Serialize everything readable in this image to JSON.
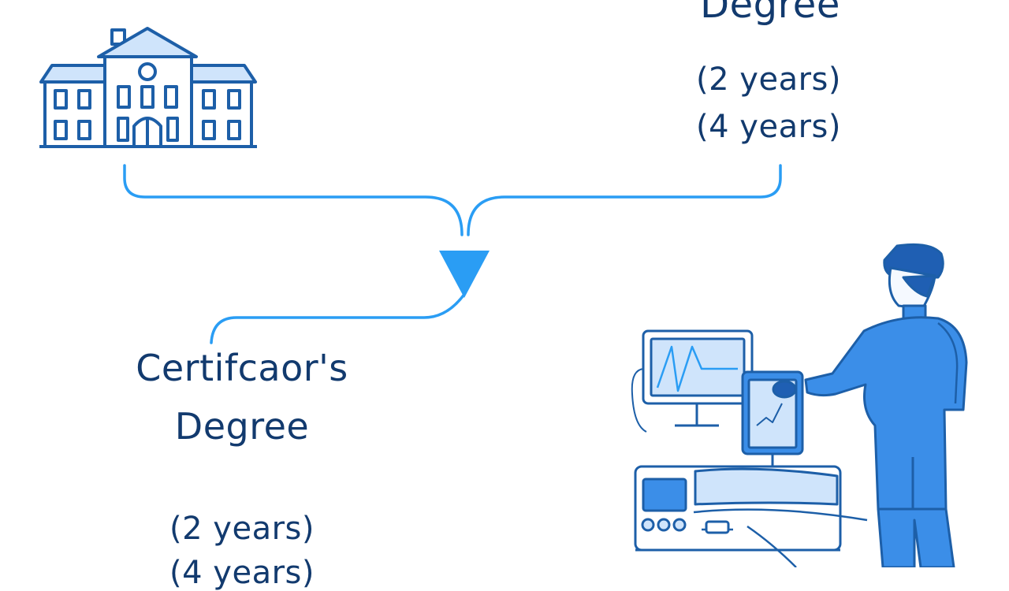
{
  "top_right": {
    "degree_label": "Degree",
    "duration_1": "(2 years)",
    "duration_2": "(4 years)"
  },
  "bottom_left": {
    "title_line_1": "Certifcaor's",
    "title_line_2": "Degree",
    "duration_1": "(2 years)",
    "duration_2": "(4 years)"
  },
  "colors": {
    "text": "#123a6e",
    "connector": "#2a9df4",
    "icon_stroke": "#1d5fa8",
    "fill_light": "#cfe4fb",
    "fill_mid": "#3b8ee8",
    "fill_dark": "#1f5fb3"
  },
  "icons": [
    "school-building-icon",
    "technician-with-medical-equipment-icon",
    "arrow-down-icon"
  ]
}
